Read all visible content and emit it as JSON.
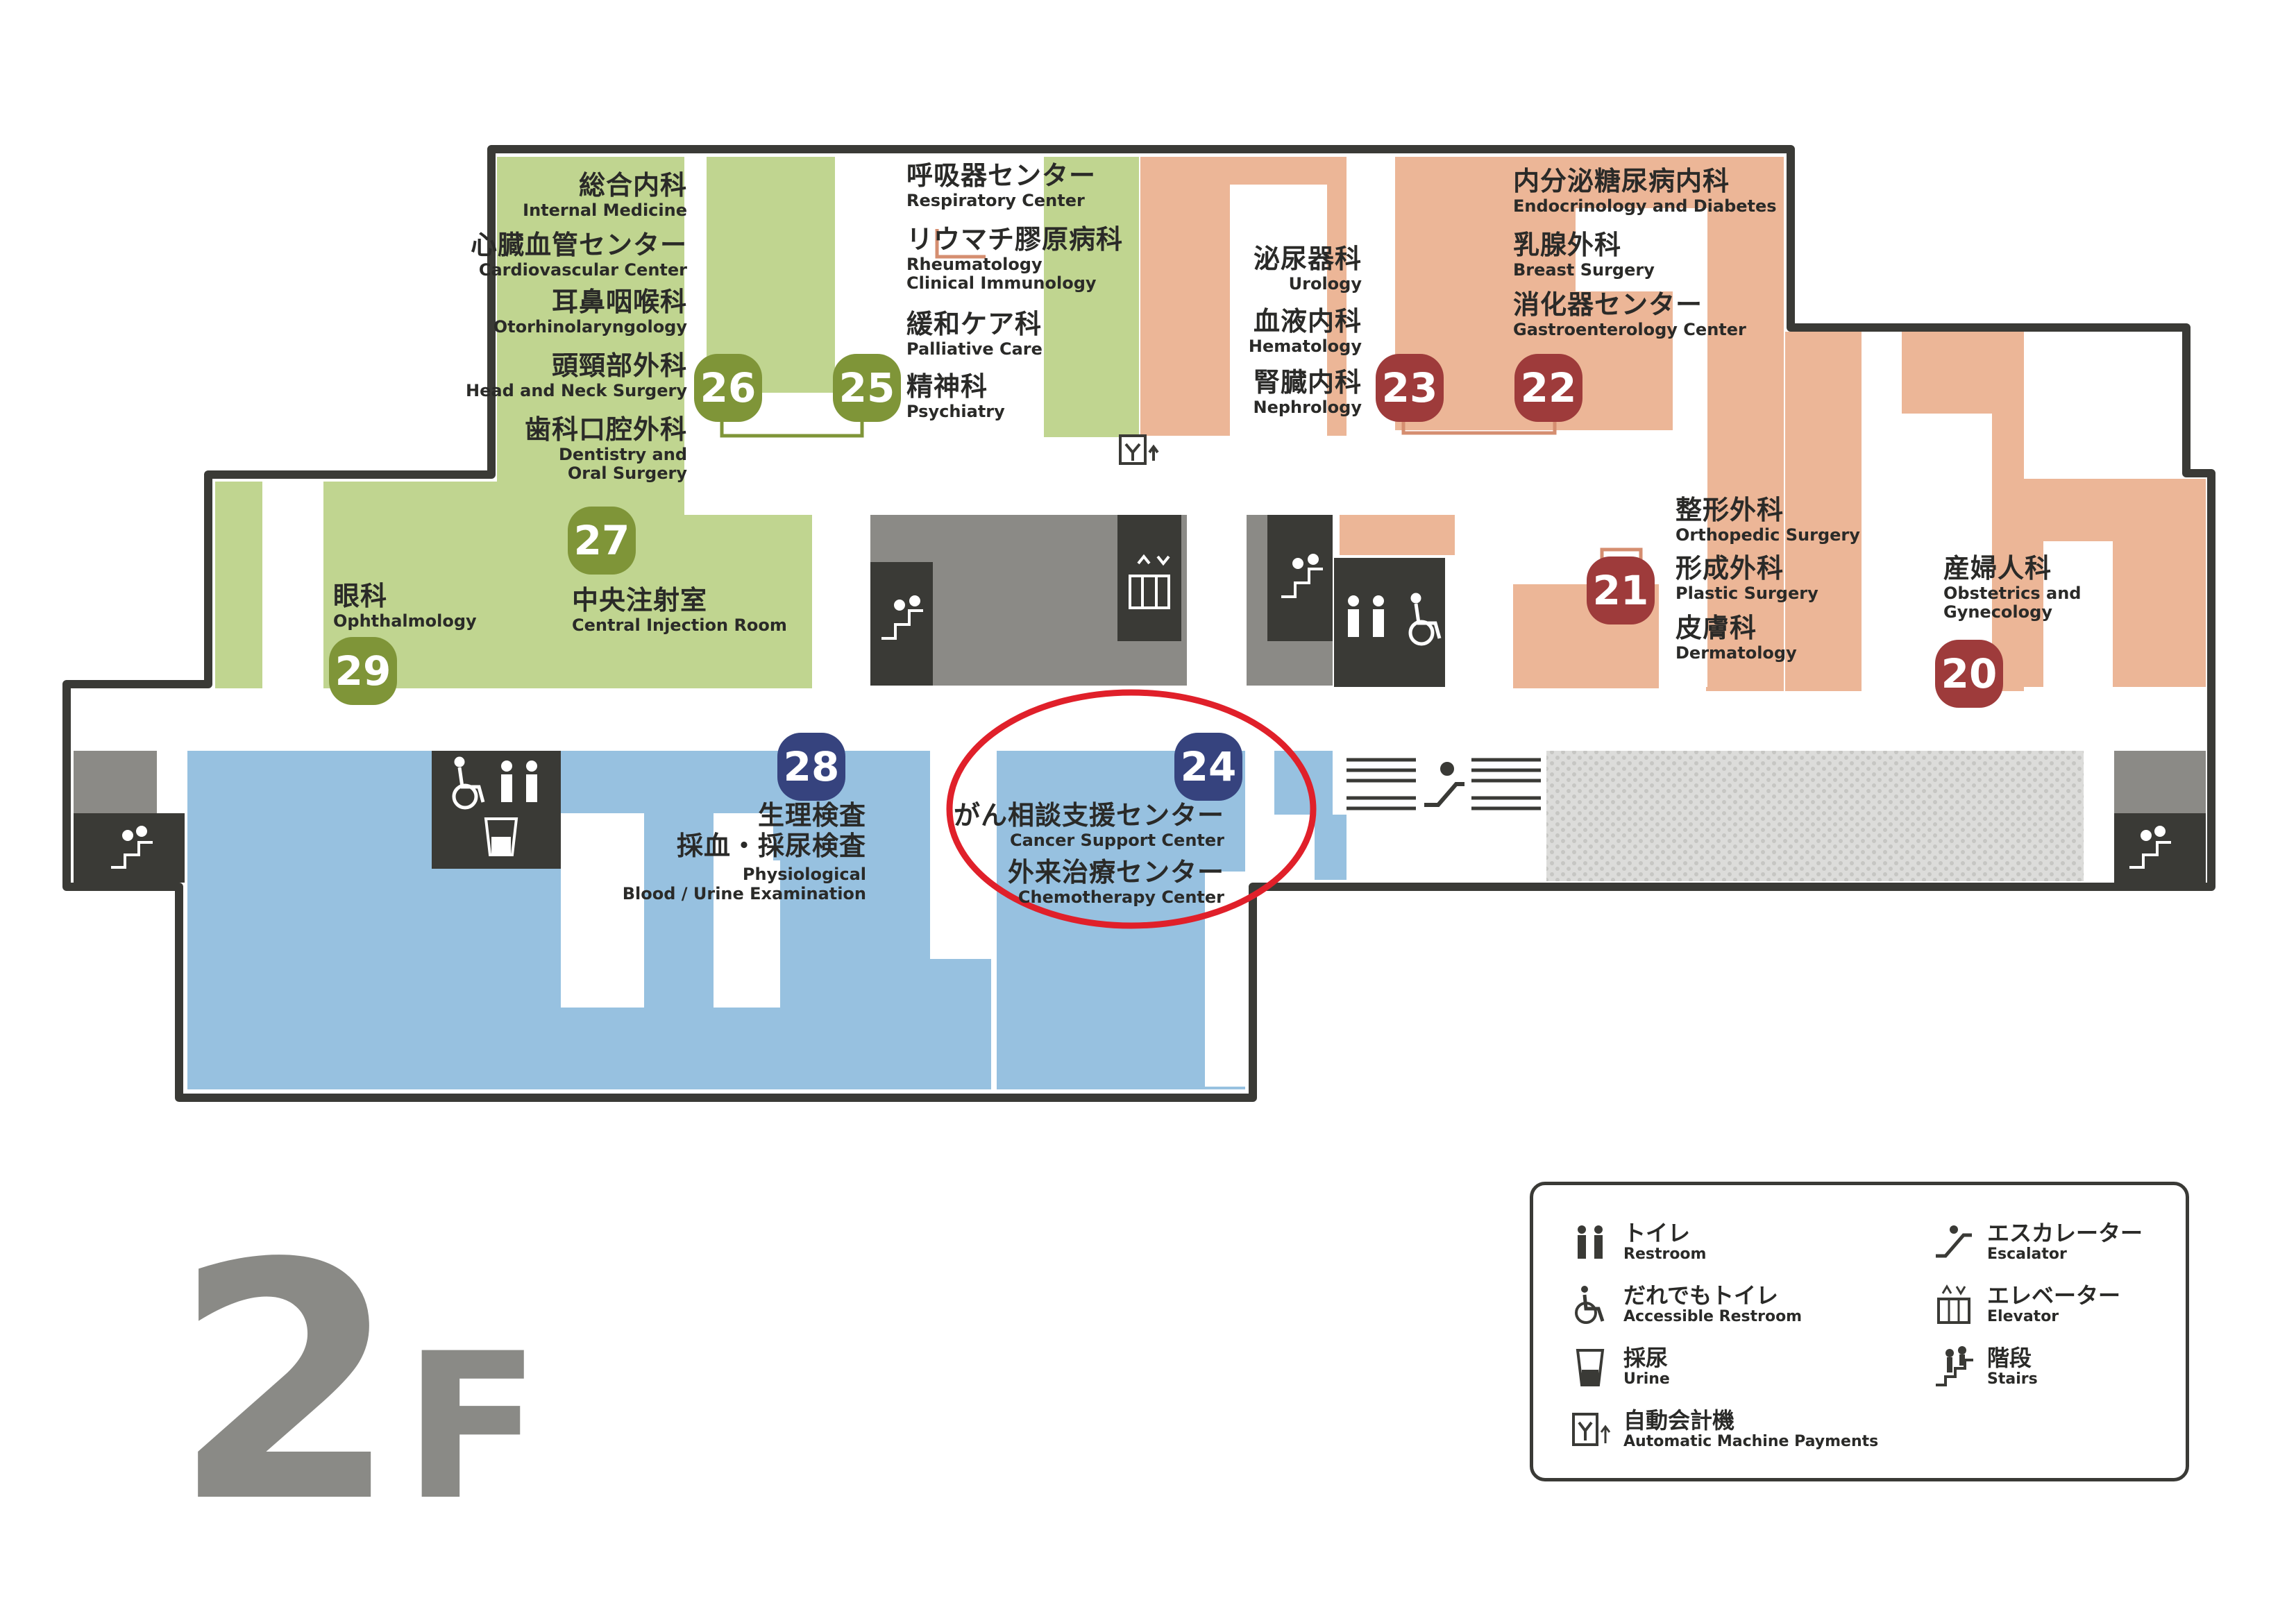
{
  "floor": {
    "number": "2",
    "suffix": "F"
  },
  "colors": {
    "green": "#c0d590",
    "green_badge": "#7f9538",
    "salmon": "#ecb697",
    "red_badge": "#9e3b3b",
    "blue": "#97c1e0",
    "blue_badge": "#36437e",
    "gray": "#8b8a86",
    "dark": "#3a3a36",
    "highlight": "#e0202a"
  },
  "badges": {
    "b20": "20",
    "b21": "21",
    "b22": "22",
    "b23": "23",
    "b24": "24",
    "b25": "25",
    "b26": "26",
    "b27": "27",
    "b28": "28",
    "b29": "29"
  },
  "depts": {
    "internal": {
      "ja": "総合内科",
      "en": "Internal Medicine"
    },
    "cardio": {
      "ja": "心臓血管センター",
      "en": "Cardiovascular Center"
    },
    "ent": {
      "ja": "耳鼻咽喉科",
      "en": "Otorhinolaryngology"
    },
    "headneck": {
      "ja": "頭頸部外科",
      "en": "Head and Neck Surgery"
    },
    "dental": {
      "ja": "歯科口腔外科",
      "en1": "Dentistry and",
      "en2": "Oral Surgery"
    },
    "resp": {
      "ja": "呼吸器センター",
      "en": "Respiratory  Center"
    },
    "rheum": {
      "ja": "リウマチ膠原病科",
      "en1": "Rheumatology",
      "en2": "Clinical Immunology"
    },
    "palliative": {
      "ja": "緩和ケア科",
      "en": "Palliative Care"
    },
    "psych": {
      "ja": "精神科",
      "en": "Psychiatry"
    },
    "urology": {
      "ja": "泌尿器科",
      "en": "Urology"
    },
    "hematology": {
      "ja": "血液内科",
      "en": "Hematology"
    },
    "nephro": {
      "ja": "腎臓内科",
      "en": "Nephrology"
    },
    "endo": {
      "ja": "内分泌糖尿病内科",
      "en": "Endocrinology and Diabetes"
    },
    "breast": {
      "ja": "乳腺外科",
      "en": "Breast Surgery"
    },
    "gastro": {
      "ja": "消化器センター",
      "en": "Gastroenterology Center"
    },
    "ortho": {
      "ja": "整形外科",
      "en": "Orthopedic Surgery"
    },
    "plastic": {
      "ja": "形成外科",
      "en": "Plastic Surgery"
    },
    "derm": {
      "ja": "皮膚科",
      "en": "Dermatology"
    },
    "obgyn": {
      "ja": "産婦人科",
      "en1": "Obstetrics and",
      "en2": "Gynecology"
    },
    "ophth": {
      "ja": "眼科",
      "en": "Ophthalmology"
    },
    "injection": {
      "ja": "中央注射室",
      "en": "Central Injection Room"
    },
    "physio": {
      "ja1": "生理検査",
      "ja2": "採血・採尿検査",
      "en1": "Physiological",
      "en2": "Blood / Urine Examination"
    },
    "cancer": {
      "ja": "がん相談支援センター",
      "en": "Cancer Support Center"
    },
    "chemo": {
      "ja": "外来治療センター",
      "en": "Chemotherapy Center"
    }
  },
  "legend": {
    "restroom": {
      "ja": "トイレ",
      "en": "Restroom",
      "icon": "restroom-icon"
    },
    "accessible": {
      "ja": "だれでもトイレ",
      "en": "Accessible Restroom",
      "icon": "wheelchair-icon"
    },
    "urine": {
      "ja": "採尿",
      "en": "Urine",
      "icon": "urine-cup-icon"
    },
    "payment": {
      "ja": "自動会計機",
      "en": "Automatic Machine Payments",
      "icon": "payment-machine-icon"
    },
    "escalator": {
      "ja": "エスカレーター",
      "en": "Escalator",
      "icon": "escalator-icon"
    },
    "elevator": {
      "ja": "エレベーター",
      "en": "Elevator",
      "icon": "elevator-icon"
    },
    "stairs": {
      "ja": "階段",
      "en": "Stairs",
      "icon": "stairs-icon"
    }
  }
}
